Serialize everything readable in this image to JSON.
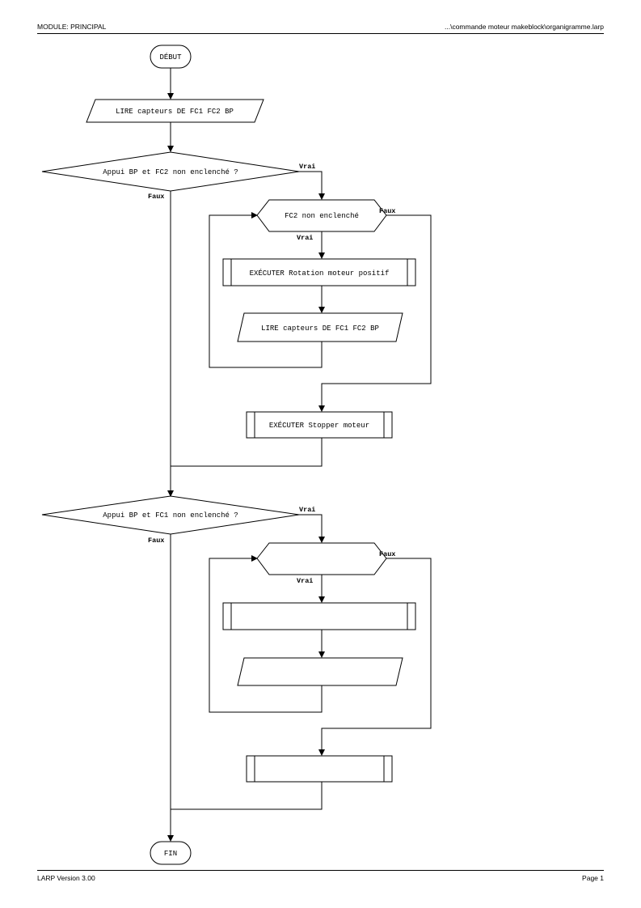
{
  "header": {
    "module": "MODULE: PRINCIPAL",
    "path": "...\\commande moteur makeblock\\organigramme.larp"
  },
  "footer": {
    "version": "LARP Version 3.00",
    "page": "Page 1"
  },
  "flowchart": {
    "start": "DÉBUT",
    "read1": "LIRE capteurs DE FC1 FC2 BP",
    "decision1": "Appui BP et FC2 non enclenché ?",
    "loop1": "FC2 non enclenché",
    "exec1": "EXÉCUTER Rotation moteur positif",
    "read2": "LIRE capteurs DE FC1 FC2 BP",
    "exec2": "EXÉCUTER Stopper moteur",
    "decision2": "Appui BP et FC1 non enclenché ?",
    "loop2": "",
    "exec3": "",
    "read3": "",
    "exec4": "",
    "end": "FIN",
    "true_label": "Vrai",
    "false_label": "Faux"
  }
}
